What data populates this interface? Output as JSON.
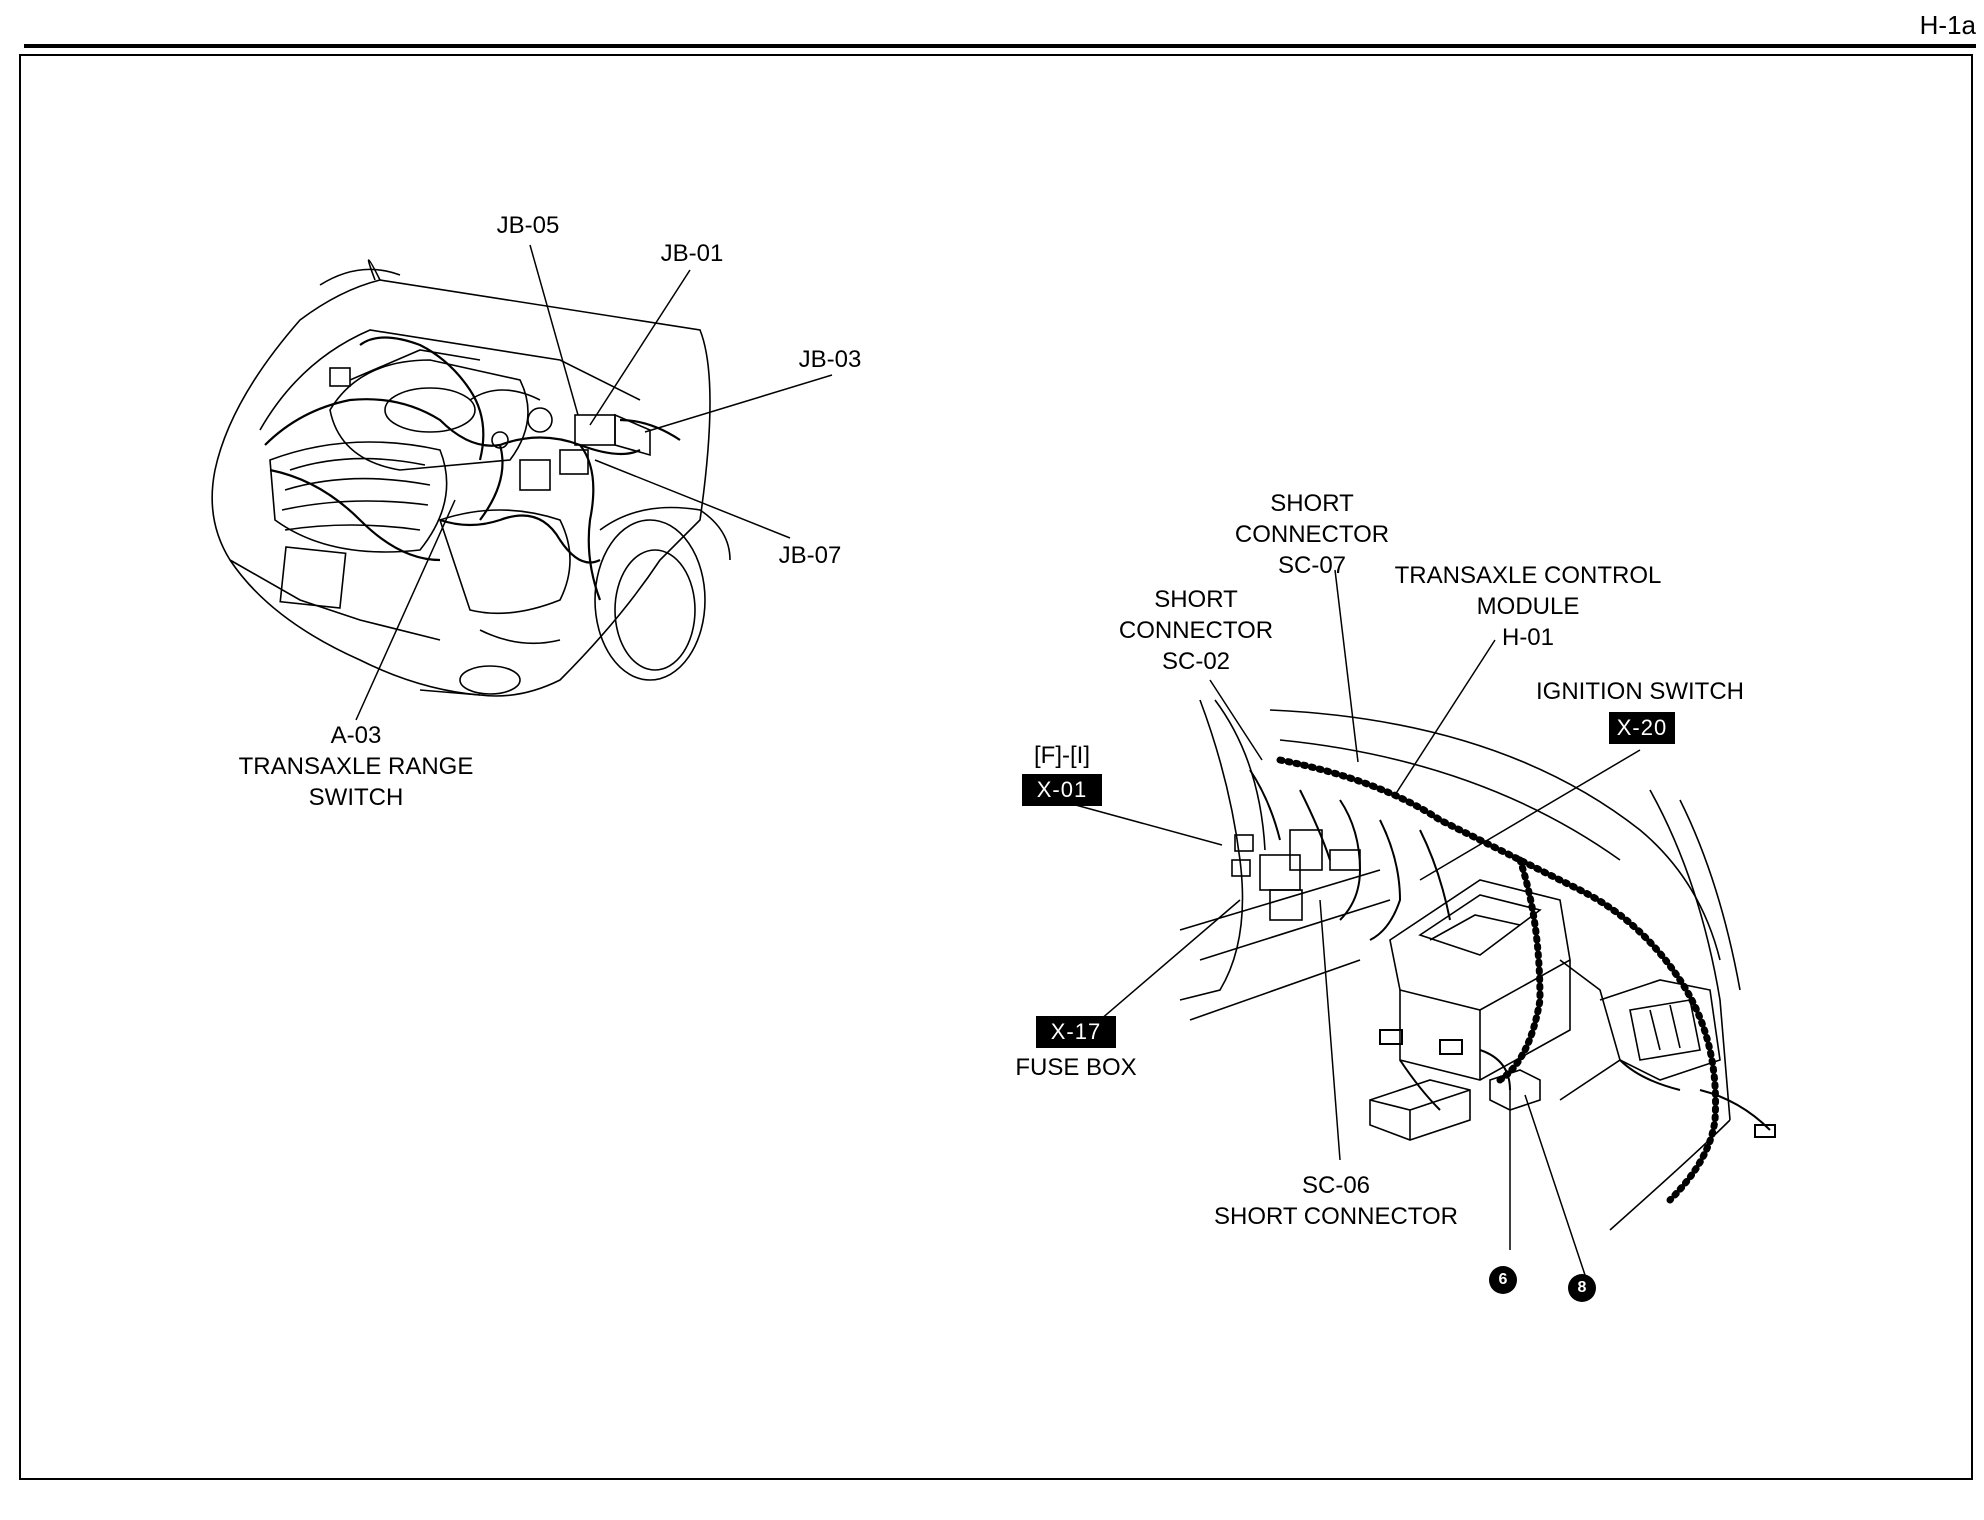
{
  "page_id": "H-1a",
  "labels": {
    "jb05": "JB-05",
    "jb01": "JB-01",
    "jb03": "JB-03",
    "jb07": "JB-07",
    "a03_code": "A-03",
    "a03_name_1": "TRANSAXLE RANGE",
    "a03_name_2": "SWITCH",
    "sc07_1": "SHORT",
    "sc07_2": "CONNECTOR",
    "sc07_3": "SC-07",
    "tcm_1": "TRANSAXLE CONTROL",
    "tcm_2": "MODULE",
    "tcm_3": "H-01",
    "sc02_1": "SHORT",
    "sc02_2": "CONNECTOR",
    "sc02_3": "SC-02",
    "ign": "IGNITION SWITCH",
    "ign_tag": "X-20",
    "fi": "[F]-[I]",
    "x01_tag": "X-01",
    "x17_tag": "X-17",
    "fuse": "FUSE BOX",
    "sc06_1": "SC-06",
    "sc06_2": "SHORT CONNECTOR",
    "ground_6": "6",
    "ground_8": "8"
  }
}
